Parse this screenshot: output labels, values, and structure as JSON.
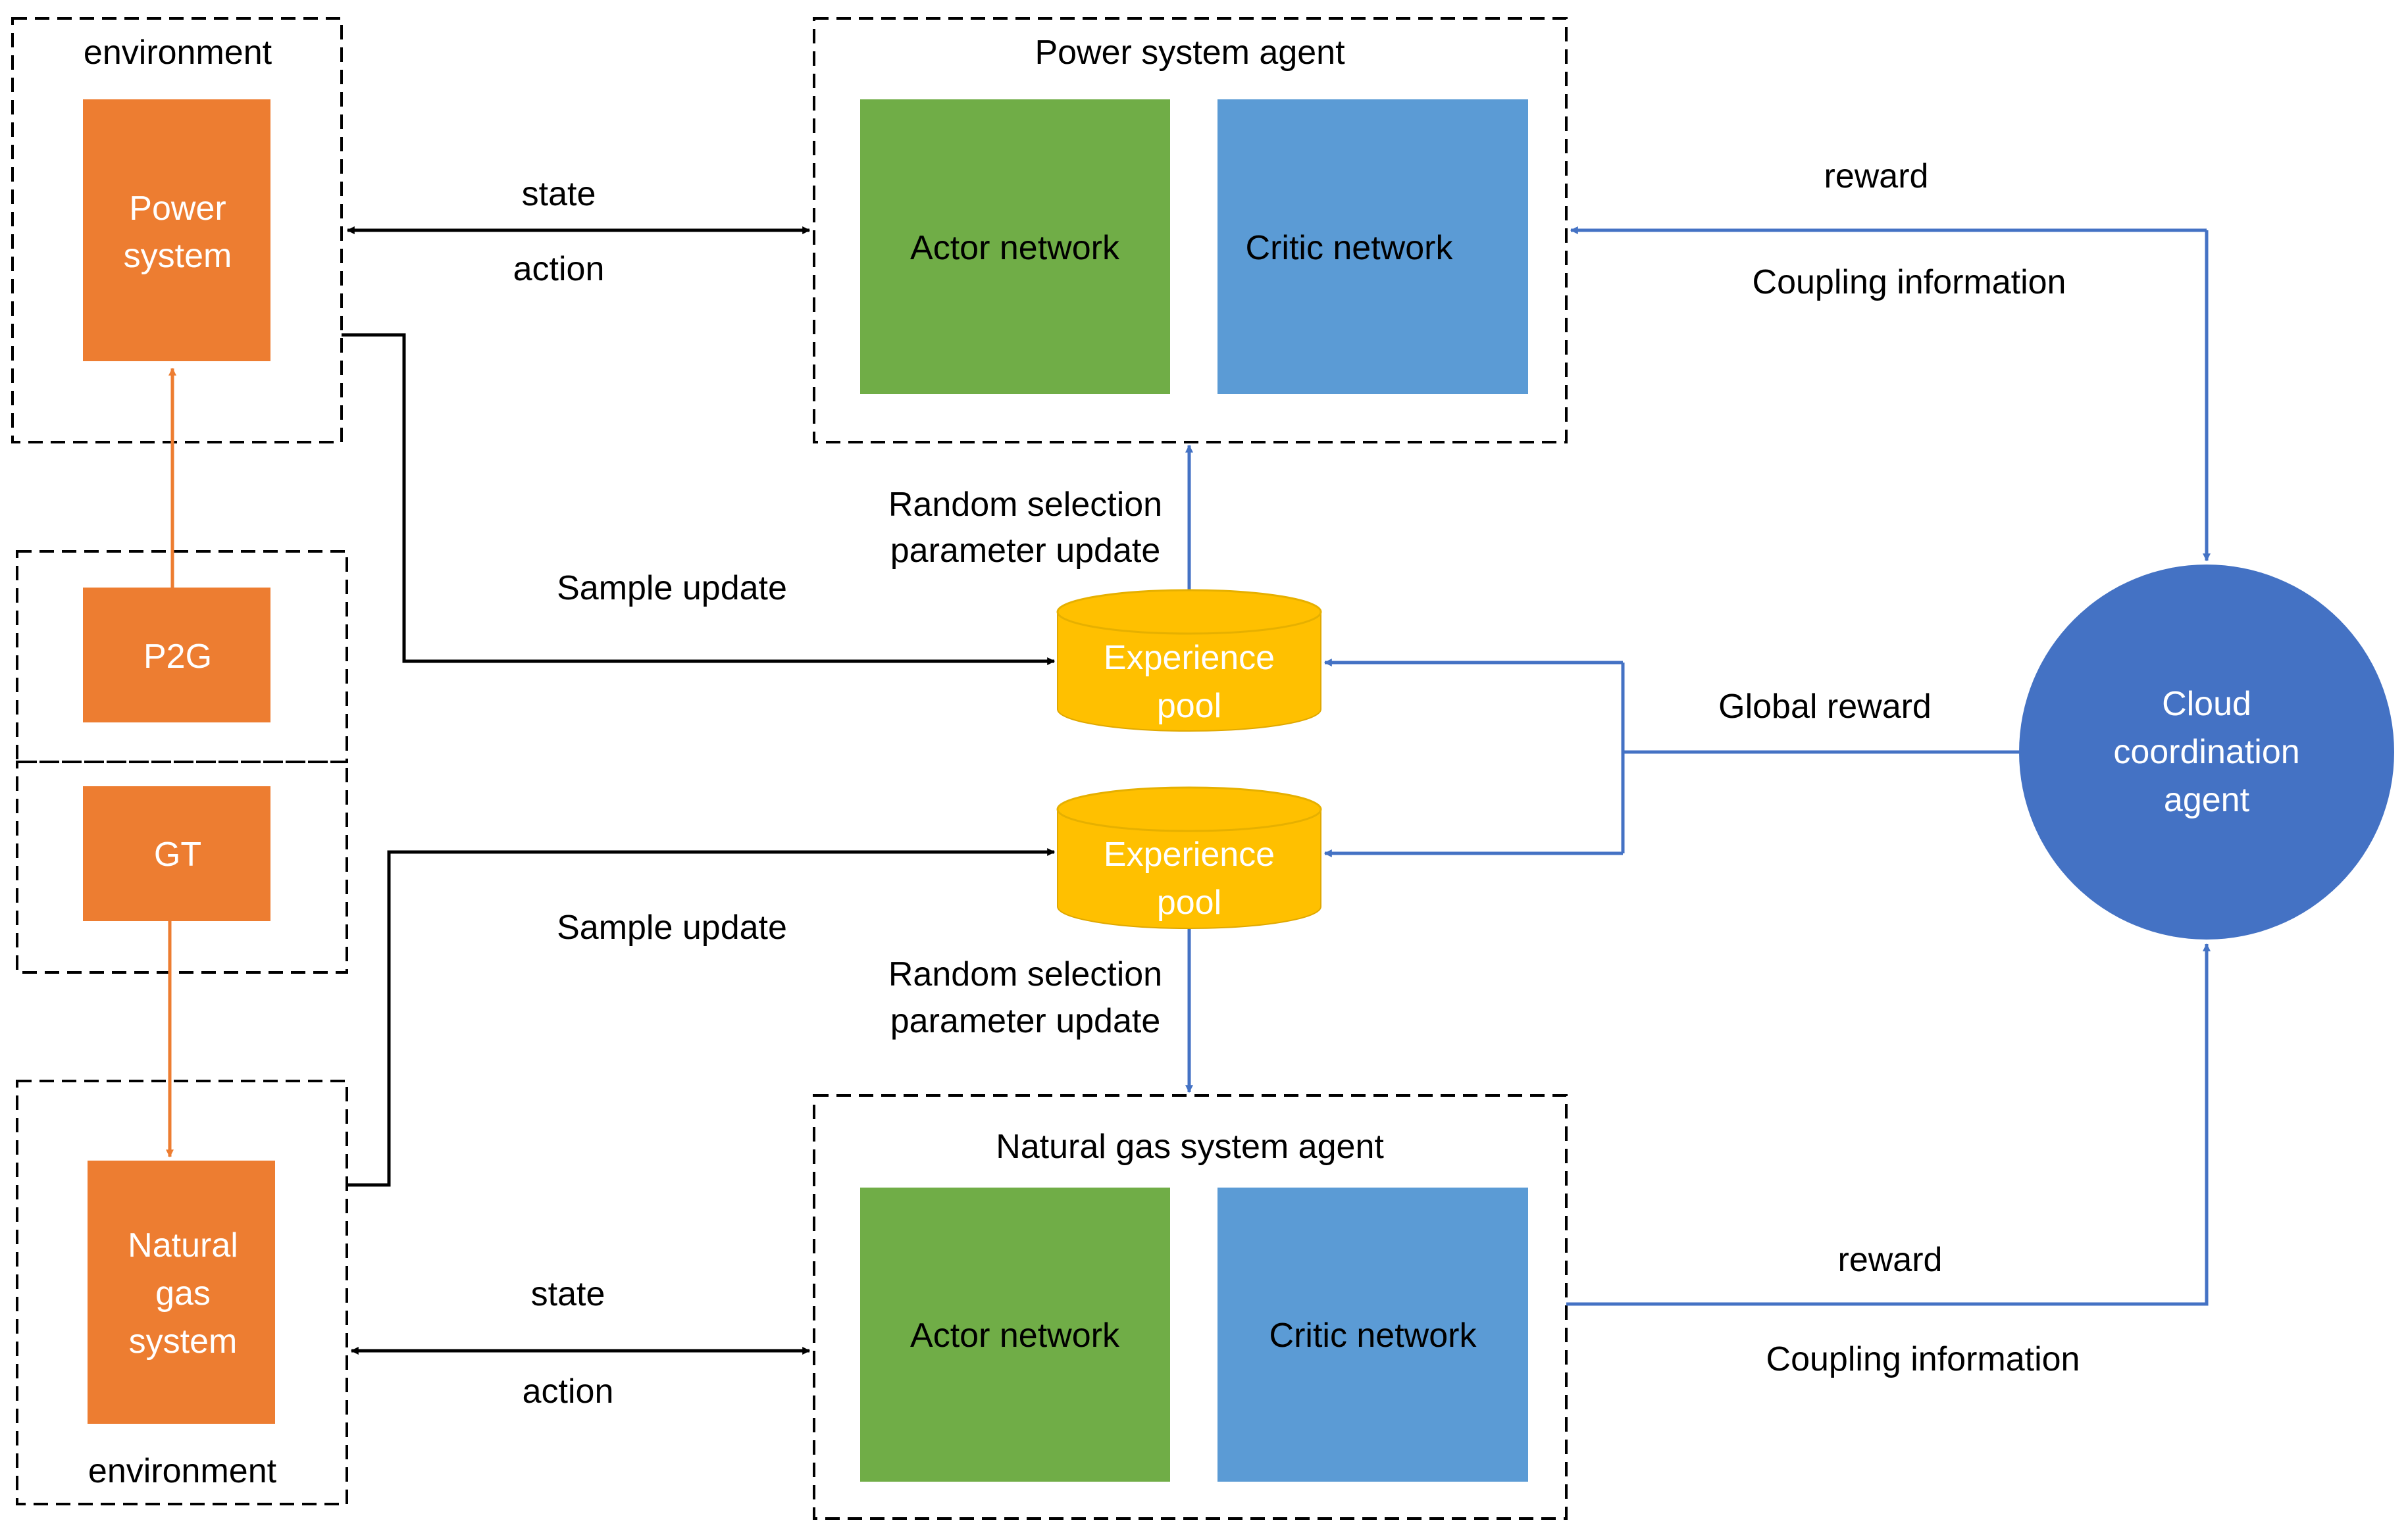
{
  "colors": {
    "orange": "#ED7D31",
    "green": "#70AD47",
    "light_blue": "#5B9BD5",
    "dark_blue": "#4472C4",
    "yellow": "#FFC000",
    "black": "#000000"
  },
  "power_env": {
    "label": "environment",
    "block_lines": [
      "Power",
      "system"
    ]
  },
  "p2g": {
    "label": "P2G"
  },
  "gt": {
    "label": "GT"
  },
  "gas_env": {
    "label": "environment",
    "block_lines": [
      "Natural",
      "gas",
      "system"
    ]
  },
  "power_agent": {
    "title": "Power system agent",
    "actor": "Actor network",
    "critic": "Critic network"
  },
  "gas_agent": {
    "title": "Natural gas system agent",
    "actor": "Actor network",
    "critic": "Critic network"
  },
  "pool_top": {
    "lines": [
      "Experience",
      "pool"
    ]
  },
  "pool_bottom": {
    "lines": [
      "Experience",
      "pool"
    ]
  },
  "cloud": {
    "lines": [
      "Cloud",
      "coordination",
      "agent"
    ]
  },
  "labels": {
    "state_top": "state",
    "action_top": "action",
    "state_bottom": "state",
    "action_bottom": "action",
    "sample_update_top": "Sample update",
    "sample_update_bottom": "Sample update",
    "random_top_1": "Random selection",
    "random_top_2": "parameter update",
    "random_bottom_1": "Random selection",
    "random_bottom_2": "parameter update",
    "reward_top": "reward",
    "coupling_top": "Coupling information",
    "reward_bottom": "reward",
    "coupling_bottom": "Coupling information",
    "global_reward": "Global reward"
  }
}
